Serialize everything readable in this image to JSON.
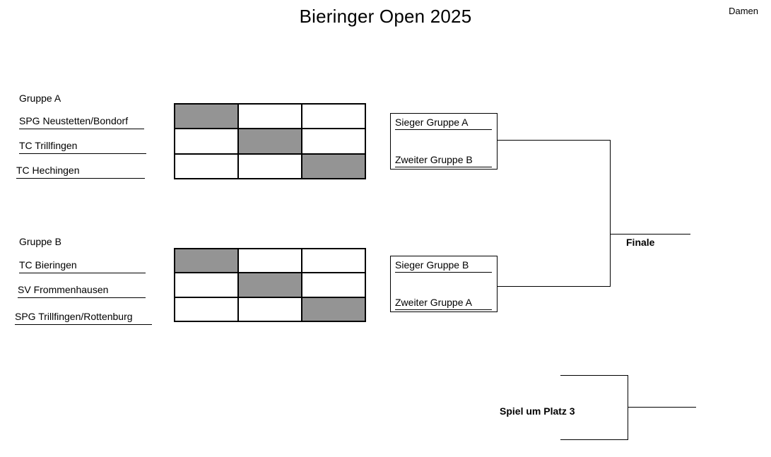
{
  "header": {
    "title": "Bieringer Open 2025",
    "category": "Damen"
  },
  "groups": [
    {
      "label": "Gruppe A",
      "teams": [
        "SPG Neustetten/Bondorf",
        "TC Trillfingen",
        "TC Hechingen"
      ]
    },
    {
      "label": "Gruppe B",
      "teams": [
        "TC Bieringen",
        "SV Frommenhausen",
        "SPG Trillfingen/Rottenburg"
      ]
    }
  ],
  "semifinals": [
    {
      "top": "Sieger Gruppe A",
      "bottom": "Zweiter Gruppe B"
    },
    {
      "top": "Sieger Gruppe B",
      "bottom": "Zweiter Gruppe A"
    }
  ],
  "stages": {
    "final": "Finale",
    "third_place": "Spiel um Platz 3"
  },
  "colors": {
    "line": "#000000",
    "diagonal_cell": "#949494",
    "background": "#ffffff"
  }
}
